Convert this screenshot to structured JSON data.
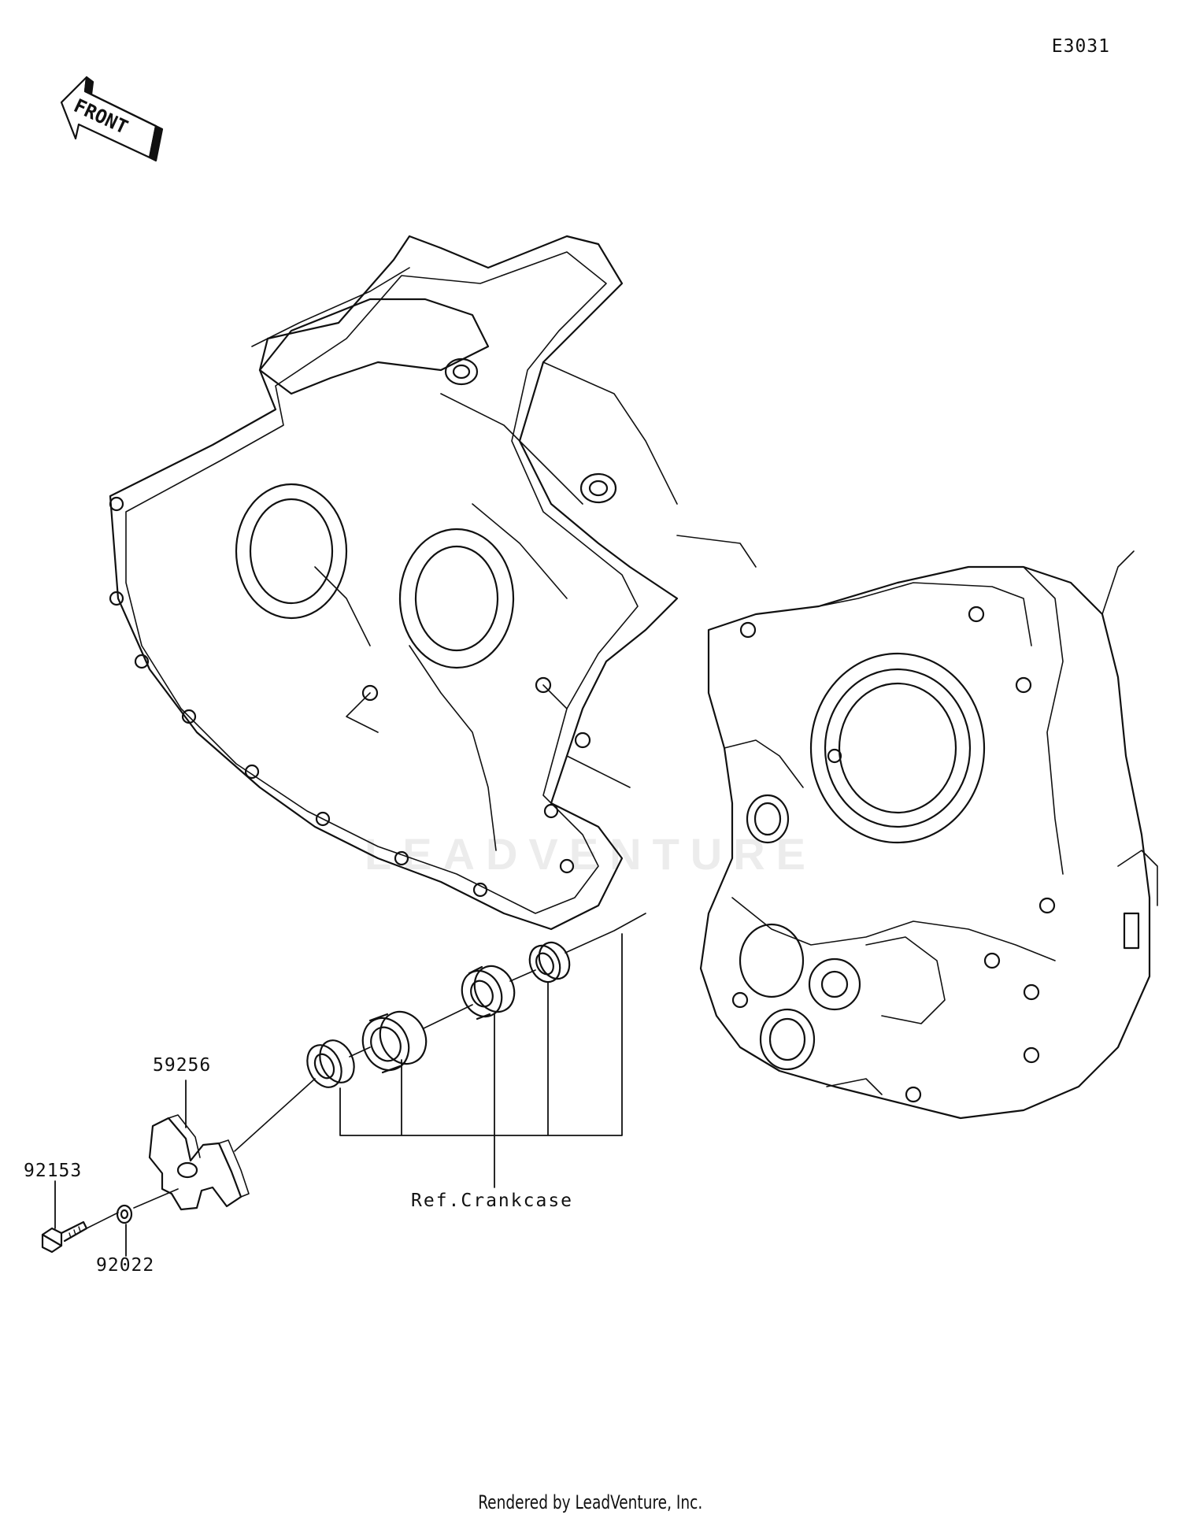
{
  "diagram_code": "E3031",
  "front_arrow_text": "FRONT",
  "callouts": {
    "impeller": "59256",
    "bolt": "92153",
    "washer": "92022",
    "reference": "Ref.Crankcase"
  },
  "watermark": "LEADVENTURE",
  "footer": "Rendered by LeadVenture, Inc."
}
